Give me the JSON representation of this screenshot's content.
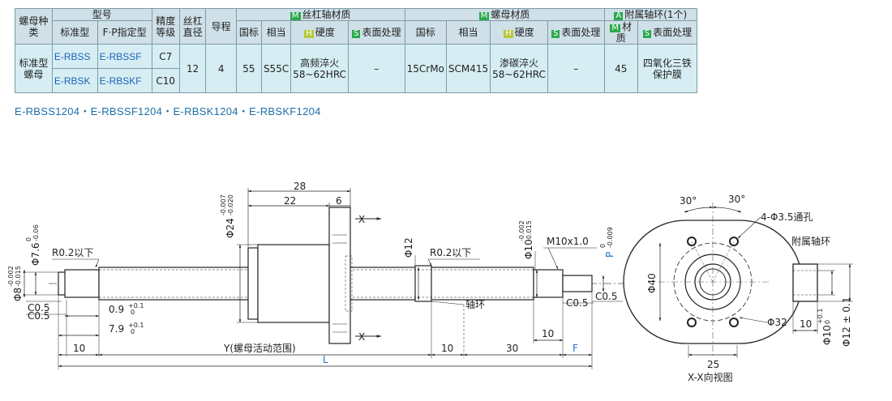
{
  "table": {
    "h_nut_type": "螺母种类",
    "h_model": "型号",
    "h_standard": "标准型",
    "h_fp": "F·P指定型",
    "h_accuracy": "精度等级",
    "h_screw_dia": "丝杠直径",
    "h_lead": "导程",
    "h_shaft_material": "丝杠轴材质",
    "h_nut_material": "螺母材质",
    "h_collar": "附属轴环(1个)",
    "h_gb": "国标",
    "h_equiv": "相当",
    "h_hardness": "硬度",
    "h_surface": "表面处理",
    "h_material": "材质",
    "tag_m": "M",
    "tag_h": "H",
    "tag_s": "S",
    "tag_a": "A",
    "nut_type": "标准型螺母",
    "rows": [
      {
        "standard": "E-RBSS",
        "fp": "E-RBSSF",
        "accuracy": "C7"
      },
      {
        "standard": "E-RBSK",
        "fp": "E-RBSKF",
        "accuracy": "C10"
      }
    ],
    "screw_dia": "12",
    "lead": "4",
    "shaft_gb": "55",
    "shaft_equiv": "S55C",
    "shaft_hardness": "高频淬火58~62HRC",
    "shaft_surface": "–",
    "nut_gb": "15CrMo",
    "nut_equiv": "SCM415",
    "nut_hardness": "渗碳淬火58~62HRC",
    "nut_surface": "–",
    "collar_material": "45",
    "collar_surface": "四氧化三铁保护膜"
  },
  "part_numbers": "E-RBSS1204・E-RBSSF1204・E-RBSK1204・E-RBSKF1204",
  "drawing": {
    "dim_28": "28",
    "dim_22": "22",
    "dim_6": "6",
    "phi24": "Φ24",
    "phi24_tol_upper": "-0.007",
    "phi24_tol_lower": "-0.020",
    "phi7_6": "Φ7.6",
    "phi7_6_tol_upper": "0",
    "phi7_6_tol_lower": "-0.06",
    "phi8": "Φ8",
    "phi8_tol_upper": "-0.002",
    "phi8_tol_lower": "-0.015",
    "r02_left": "R0.2以下",
    "c05_a": "C0.5",
    "c05_b": "C0.5",
    "dim_09": "0.9",
    "dim_09_tol": "+0.1",
    "dim_09_tol_low": "0",
    "dim_79": "7.9",
    "dim_79_tol": "+0.1",
    "dim_79_tol_low": "0",
    "dim_10_left": "10",
    "y_range": "Y(螺母活动范围)",
    "dim_L": "L",
    "phi12": "Φ12",
    "r02_right": "R0.2以下",
    "collar_label": "轴环",
    "phi10": "Φ10",
    "phi10_tol_upper": "-0.002",
    "phi10_tol_lower": "-0.015",
    "m10": "M10x1.0",
    "p_label": "P",
    "p_tol_upper": "0",
    "p_tol_lower": "-0.009",
    "c05_right": "C0.5",
    "c05_far": "C0.5",
    "dim_10_r1": "10",
    "dim_30": "30",
    "dim_10_r2": "10",
    "dim_F": "F",
    "x_mark_top": "X",
    "x_mark_bot": "X",
    "angle_30_l": "30°",
    "angle_30_r": "30°",
    "holes": "4-Φ3.5通孔",
    "phi40": "Φ40",
    "phi32": "Φ32",
    "dim_25": "25",
    "xx_view": "X-X向视图",
    "collar_title": "附属轴环",
    "collar_10": "10",
    "collar_phi10": "Φ10",
    "collar_phi10_tol_upper": "+0.1",
    "collar_phi10_tol_lower": "0",
    "collar_phi12": "Φ12 ± 0.1"
  },
  "colors": {
    "header_bg": "#cfe0e8",
    "cell_bg": "#d6eef3",
    "accent_blue": "#1f73c8",
    "tag_green": "#2aa84a"
  }
}
